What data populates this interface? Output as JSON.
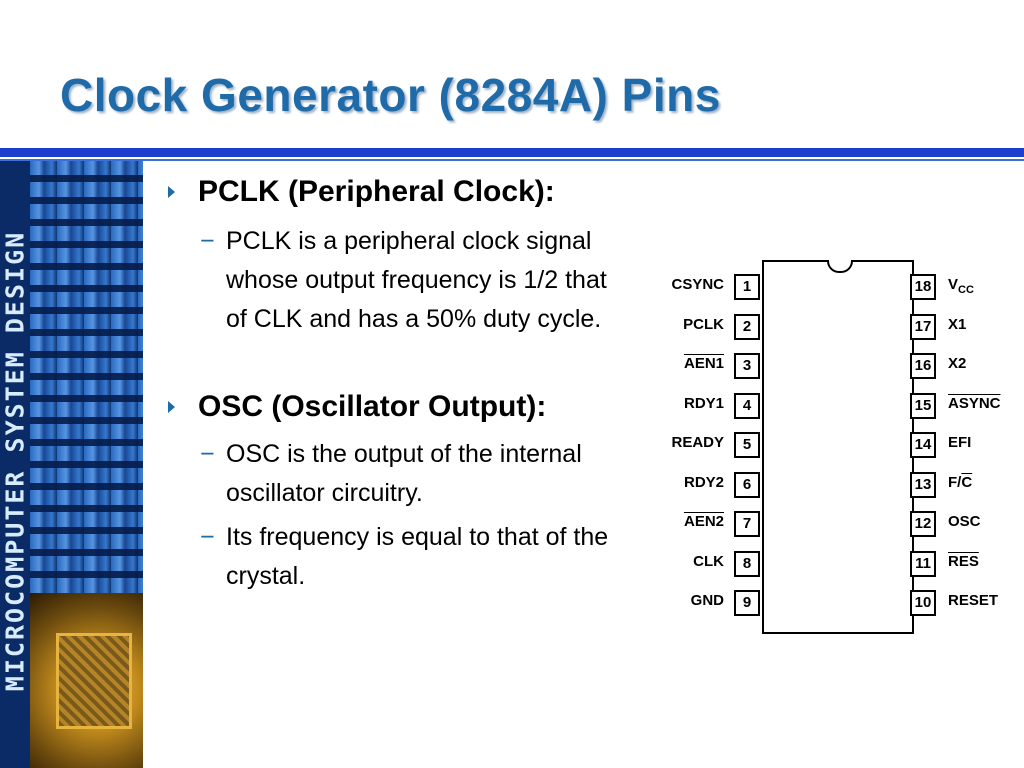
{
  "slide": {
    "title": "Clock Generator (8284A) Pins",
    "sidebar_text": "MICROCOMPUTER SYSTEM DESIGN"
  },
  "bullets": [
    {
      "heading": "PCLK (Peripheral Clock):",
      "subs": [
        "PCLK is a peripheral clock signal whose output frequency is 1/2 that of CLK and has a 50% duty cycle."
      ]
    },
    {
      "heading": "OSC (Oscillator Output):",
      "subs": [
        "OSC is the output of the internal oscillator circuitry.",
        "Its frequency is equal to that of the crystal."
      ]
    }
  ],
  "dash_glyph": "−",
  "chip": {
    "left_pins": [
      {
        "num": "1",
        "name": "CSYNC",
        "overline": false
      },
      {
        "num": "2",
        "name": "PCLK",
        "overline": false
      },
      {
        "num": "3",
        "name": "AEN1",
        "overline": true
      },
      {
        "num": "4",
        "name": "RDY1",
        "overline": false
      },
      {
        "num": "5",
        "name": "READY",
        "overline": false
      },
      {
        "num": "6",
        "name": "RDY2",
        "overline": false
      },
      {
        "num": "7",
        "name": "AEN2",
        "overline": true
      },
      {
        "num": "8",
        "name": "CLK",
        "overline": false
      },
      {
        "num": "9",
        "name": "GND",
        "overline": false
      }
    ],
    "right_pins": [
      {
        "num": "18",
        "name": "VCC",
        "overline": false
      },
      {
        "num": "17",
        "name": "X1",
        "overline": false
      },
      {
        "num": "16",
        "name": "X2",
        "overline": false
      },
      {
        "num": "15",
        "name": "ASYNC",
        "overline": true
      },
      {
        "num": "14",
        "name": "EFI",
        "overline": false
      },
      {
        "num": "13",
        "name": "F/C",
        "overline": false
      },
      {
        "num": "12",
        "name": "OSC",
        "overline": false
      },
      {
        "num": "11",
        "name": "RES",
        "overline": true
      },
      {
        "num": "10",
        "name": "RESET",
        "overline": false
      }
    ]
  }
}
